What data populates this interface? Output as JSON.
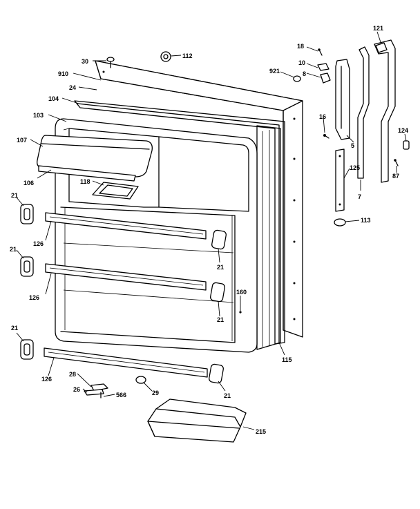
{
  "callouts": [
    {
      "id": "label-30",
      "text": "30"
    },
    {
      "id": "label-112",
      "text": "112"
    },
    {
      "id": "label-910",
      "text": "910"
    },
    {
      "id": "label-24",
      "text": "24"
    },
    {
      "id": "label-104",
      "text": "104"
    },
    {
      "id": "label-103",
      "text": "103"
    },
    {
      "id": "label-107",
      "text": "107"
    },
    {
      "id": "label-106",
      "text": "106"
    },
    {
      "id": "label-118",
      "text": "118"
    },
    {
      "id": "label-21-left-1",
      "text": "21"
    },
    {
      "id": "label-126-1",
      "text": "126"
    },
    {
      "id": "label-21-right-1",
      "text": "21"
    },
    {
      "id": "label-21-left-2",
      "text": "21"
    },
    {
      "id": "label-126-2",
      "text": "126"
    },
    {
      "id": "label-160",
      "text": "160"
    },
    {
      "id": "label-21-right-2",
      "text": "21"
    },
    {
      "id": "label-21-left-3",
      "text": "21"
    },
    {
      "id": "label-115",
      "text": "115"
    },
    {
      "id": "label-126-3",
      "text": "126"
    },
    {
      "id": "label-28",
      "text": "28"
    },
    {
      "id": "label-26",
      "text": "26"
    },
    {
      "id": "label-566",
      "text": "566"
    },
    {
      "id": "label-29",
      "text": "29"
    },
    {
      "id": "label-21-right-3",
      "text": "21"
    },
    {
      "id": "label-215",
      "text": "215"
    },
    {
      "id": "label-18",
      "text": "18"
    },
    {
      "id": "label-10",
      "text": "10"
    },
    {
      "id": "label-8",
      "text": "8"
    },
    {
      "id": "label-921",
      "text": "921"
    },
    {
      "id": "label-16",
      "text": "16"
    },
    {
      "id": "label-5",
      "text": "5"
    },
    {
      "id": "label-125",
      "text": "125"
    },
    {
      "id": "label-7",
      "text": "7"
    },
    {
      "id": "label-121",
      "text": "121"
    },
    {
      "id": "label-124",
      "text": "124"
    },
    {
      "id": "label-87",
      "text": "87"
    },
    {
      "id": "label-113",
      "text": "113"
    }
  ]
}
